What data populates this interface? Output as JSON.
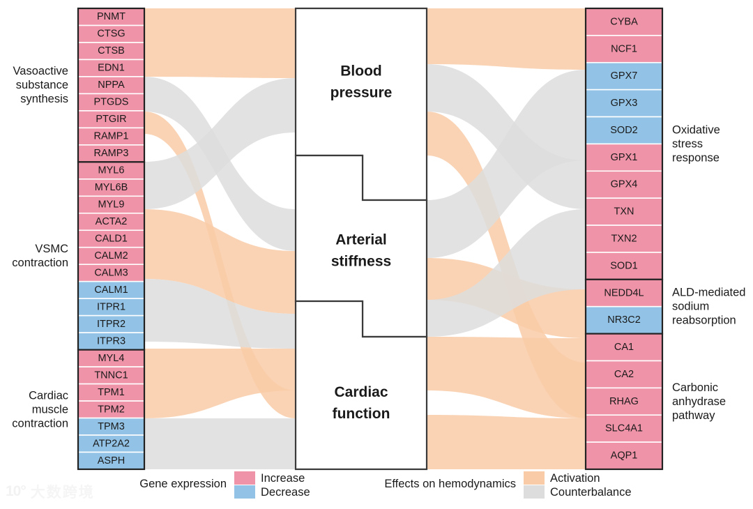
{
  "palette": {
    "increase": "#ef93a8",
    "decrease": "#92c3e6",
    "activation": "#f9cba7",
    "counterbalance": "#dddddd",
    "node_stroke": "#ffffff",
    "group_stroke": "#222222",
    "box_stroke": "#3a3a3a",
    "text": "#1a1a1a"
  },
  "left_groups": [
    {
      "name": "Vasoactive substance synthesis",
      "label_lines": [
        "Vasoactive",
        "substance",
        "synthesis"
      ],
      "genes": [
        {
          "name": "PNMT",
          "expression": "Increase"
        },
        {
          "name": "CTSG",
          "expression": "Increase"
        },
        {
          "name": "CTSB",
          "expression": "Increase"
        },
        {
          "name": "EDN1",
          "expression": "Increase"
        },
        {
          "name": "NPPA",
          "expression": "Increase"
        },
        {
          "name": "PTGDS",
          "expression": "Increase"
        },
        {
          "name": "PTGIR",
          "expression": "Increase"
        },
        {
          "name": "RAMP1",
          "expression": "Increase"
        },
        {
          "name": "RAMP3",
          "expression": "Increase"
        }
      ]
    },
    {
      "name": "VSMC contraction",
      "label_lines": [
        "VSMC",
        "contraction"
      ],
      "genes": [
        {
          "name": "MYL6",
          "expression": "Increase"
        },
        {
          "name": "MYL6B",
          "expression": "Increase"
        },
        {
          "name": "MYL9",
          "expression": "Increase"
        },
        {
          "name": "ACTA2",
          "expression": "Increase"
        },
        {
          "name": "CALD1",
          "expression": "Increase"
        },
        {
          "name": "CALM2",
          "expression": "Increase"
        },
        {
          "name": "CALM3",
          "expression": "Increase"
        },
        {
          "name": "CALM1",
          "expression": "Decrease"
        },
        {
          "name": "ITPR1",
          "expression": "Decrease"
        },
        {
          "name": "ITPR2",
          "expression": "Decrease"
        },
        {
          "name": "ITPR3",
          "expression": "Decrease"
        }
      ]
    },
    {
      "name": "Cardiac muscle contraction",
      "label_lines": [
        "Cardiac",
        "muscle",
        "contraction"
      ],
      "genes": [
        {
          "name": "MYL4",
          "expression": "Increase"
        },
        {
          "name": "TNNC1",
          "expression": "Increase"
        },
        {
          "name": "TPM1",
          "expression": "Increase"
        },
        {
          "name": "TPM2",
          "expression": "Increase"
        },
        {
          "name": "TPM3",
          "expression": "Decrease"
        },
        {
          "name": "ATP2A2",
          "expression": "Decrease"
        },
        {
          "name": "ASPH",
          "expression": "Decrease"
        }
      ]
    }
  ],
  "right_groups": [
    {
      "name": "Oxidative stress response",
      "label_lines": [
        "Oxidative",
        "stress",
        "response"
      ],
      "genes": [
        {
          "name": "CYBA",
          "expression": "Increase"
        },
        {
          "name": "NCF1",
          "expression": "Increase"
        },
        {
          "name": "GPX7",
          "expression": "Decrease"
        },
        {
          "name": "GPX3",
          "expression": "Decrease"
        },
        {
          "name": "SOD2",
          "expression": "Decrease"
        },
        {
          "name": "GPX1",
          "expression": "Increase"
        },
        {
          "name": "GPX4",
          "expression": "Increase"
        },
        {
          "name": "TXN",
          "expression": "Increase"
        },
        {
          "name": "TXN2",
          "expression": "Increase"
        },
        {
          "name": "SOD1",
          "expression": "Increase"
        }
      ]
    },
    {
      "name": "ALD-mediated sodium reabsorption",
      "label_lines": [
        "ALD-mediated",
        "sodium",
        "reabsorption"
      ],
      "genes": [
        {
          "name": "NEDD4L",
          "expression": "Increase"
        },
        {
          "name": "NR3C2",
          "expression": "Decrease"
        }
      ]
    },
    {
      "name": "Carbonic anhydrase pathway",
      "label_lines": [
        "Carbonic",
        "anhydrase",
        "pathway"
      ],
      "genes": [
        {
          "name": "CA1",
          "expression": "Increase"
        },
        {
          "name": "CA2",
          "expression": "Increase"
        },
        {
          "name": "RHAG",
          "expression": "Increase"
        },
        {
          "name": "SLC4A1",
          "expression": "Increase"
        },
        {
          "name": "AQP1",
          "expression": "Increase"
        }
      ]
    }
  ],
  "center_boxes": [
    {
      "label_lines": [
        "Blood",
        "pressure"
      ],
      "name": "Blood pressure"
    },
    {
      "label_lines": [
        "Arterial",
        "stiffness"
      ],
      "name": "Arterial stiffness"
    },
    {
      "label_lines": [
        "Cardiac",
        "function"
      ],
      "name": "Cardiac function"
    }
  ],
  "legend": {
    "gene_expression": {
      "title": "Gene expression",
      "items": [
        {
          "label": "Increase",
          "color": "#ef93a8"
        },
        {
          "label": "Decrease",
          "color": "#92c3e6"
        }
      ]
    },
    "hemodynamics": {
      "title": "Effects on hemodynamics",
      "items": [
        {
          "label": "Activation",
          "color": "#f9cba7"
        },
        {
          "label": "Counterbalance",
          "color": "#dddddd"
        }
      ]
    }
  },
  "watermark": {
    "mark": "10°",
    "text": "大数跨境"
  },
  "flows": {
    "left": [
      {
        "from_group": 0,
        "to_box": 0,
        "type": "Activation",
        "src_a": 12,
        "src_b": 110,
        "dst_a": 12,
        "dst_b": 112
      },
      {
        "from_group": 0,
        "to_box": 1,
        "type": "Counterbalance",
        "src_a": 110,
        "src_b": 160,
        "dst_a": 300,
        "dst_b": 360
      },
      {
        "from_group": 0,
        "to_box": 2,
        "type": "Activation",
        "src_a": 160,
        "src_b": 192,
        "dst_a": 560,
        "dst_b": 600
      },
      {
        "from_group": 1,
        "to_box": 0,
        "type": "Counterbalance",
        "src_a": 232,
        "src_b": 300,
        "dst_a": 112,
        "dst_b": 190
      },
      {
        "from_group": 1,
        "to_box": 1,
        "type": "Activation",
        "src_a": 300,
        "src_b": 400,
        "dst_a": 360,
        "dst_b": 450
      },
      {
        "from_group": 1,
        "to_box": 1,
        "type": "Counterbalance",
        "src_a": 400,
        "src_b": 490,
        "dst_a": 450,
        "dst_b": 500
      },
      {
        "from_group": 2,
        "to_box": 2,
        "type": "Activation",
        "src_a": 500,
        "src_b": 600,
        "dst_a": 500,
        "dst_b": 560
      },
      {
        "from_group": 2,
        "to_box": 2,
        "type": "Counterbalance",
        "src_a": 600,
        "src_b": 673,
        "dst_a": 600,
        "dst_b": 673
      }
    ],
    "right": [
      {
        "from_box": 0,
        "to_group": 0,
        "type": "Activation",
        "src_a": 12,
        "src_b": 92,
        "dst_a": 12,
        "dst_b": 100
      },
      {
        "from_box": 0,
        "to_group": 0,
        "type": "Counterbalance",
        "src_a": 92,
        "src_b": 160,
        "dst_a": 230,
        "dst_b": 300
      },
      {
        "from_box": 0,
        "to_group": 2,
        "type": "Activation",
        "src_a": 160,
        "src_b": 223,
        "dst_a": 520,
        "dst_b": 600
      },
      {
        "from_box": 1,
        "to_group": 0,
        "type": "Counterbalance",
        "src_a": 287,
        "src_b": 370,
        "dst_a": 100,
        "dst_b": 230
      },
      {
        "from_box": 1,
        "to_group": 1,
        "type": "Activation",
        "src_a": 370,
        "src_b": 430,
        "dst_a": 415,
        "dst_b": 485
      },
      {
        "from_box": 1,
        "to_group": 2,
        "type": "Counterbalance",
        "src_a": 430,
        "src_b": 483,
        "dst_a": 300,
        "dst_b": 415
      },
      {
        "from_box": 2,
        "to_group": 2,
        "type": "Activation",
        "src_a": 483,
        "src_b": 560,
        "dst_a": 485,
        "dst_b": 600
      },
      {
        "from_box": 2,
        "to_group": 2,
        "type": "Activation",
        "src_a": 595,
        "src_b": 673,
        "dst_a": 600,
        "dst_b": 673
      }
    ]
  }
}
